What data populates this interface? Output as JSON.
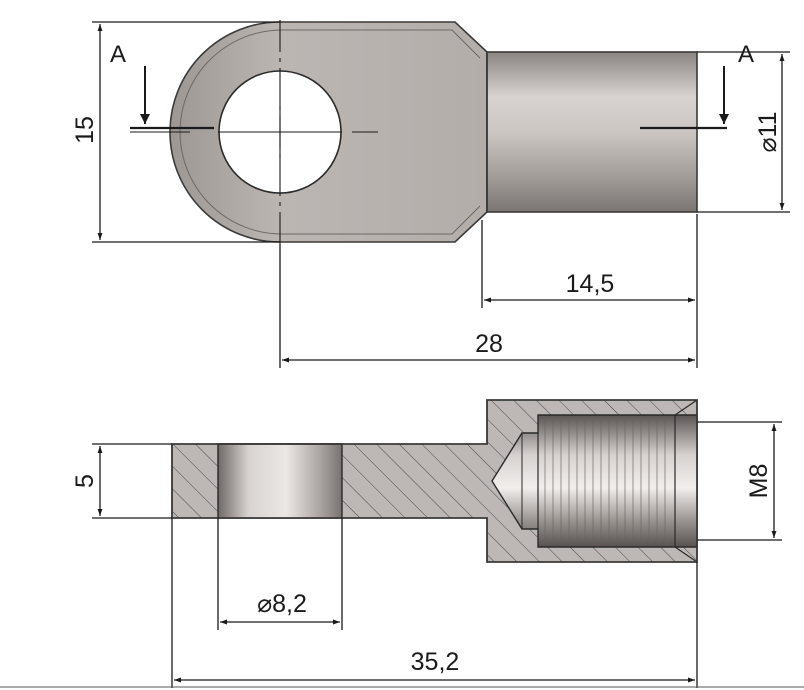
{
  "section_labels": {
    "left": "A",
    "right": "A"
  },
  "dimensions": {
    "height_15": "15",
    "dia_11": "⌀11",
    "len_14_5": "14,5",
    "len_28": "28",
    "thick_5": "5",
    "thread_m8": "M8",
    "dia_8_2": "⌀8,2",
    "len_35_2": "35,2"
  },
  "colors": {
    "steel_light": "#d4cfcc",
    "steel_mid": "#aaa4a1",
    "steel_dark": "#7d7775",
    "section_fill": "#bdb7b5",
    "line": "#1a1a1a"
  }
}
